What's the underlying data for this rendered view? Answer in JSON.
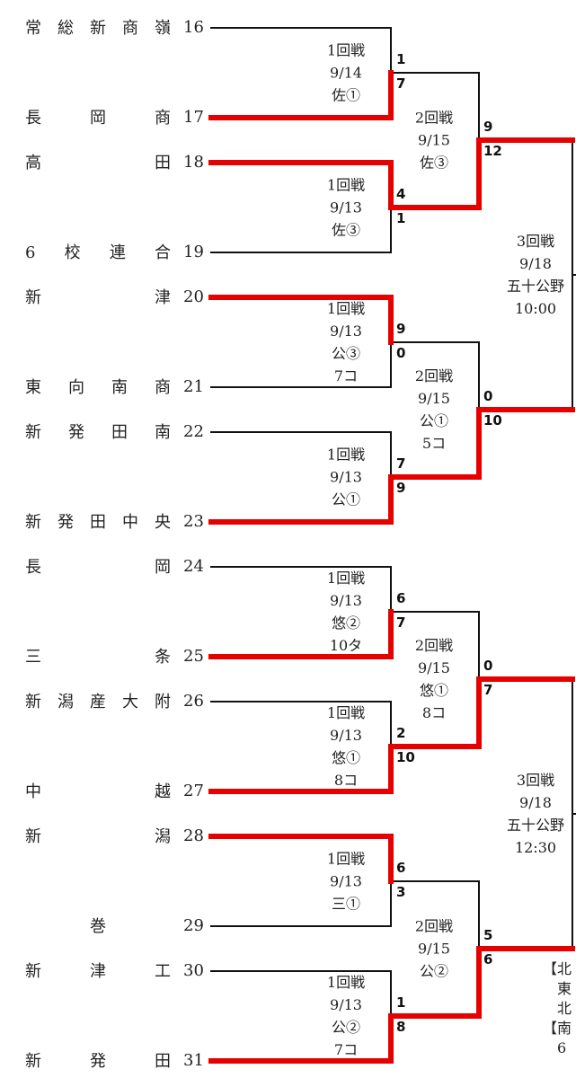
{
  "colors": {
    "win": "#e60000",
    "line": "#111111"
  },
  "teams": [
    {
      "seed": "16",
      "name": "常総新商嶺"
    },
    {
      "seed": "17",
      "name": "長岡商"
    },
    {
      "seed": "18",
      "name": "高田"
    },
    {
      "seed": "19",
      "name": "6校連合"
    },
    {
      "seed": "20",
      "name": "新津"
    },
    {
      "seed": "21",
      "name": "東向南商"
    },
    {
      "seed": "22",
      "name": "新発田南"
    },
    {
      "seed": "23",
      "name": "新発田中央"
    },
    {
      "seed": "24",
      "name": "長岡"
    },
    {
      "seed": "25",
      "name": "三条"
    },
    {
      "seed": "26",
      "name": "新潟産大附"
    },
    {
      "seed": "27",
      "name": "中越"
    },
    {
      "seed": "28",
      "name": "新潟"
    },
    {
      "seed": "29",
      "name": "巻"
    },
    {
      "seed": "30",
      "name": "新津工"
    },
    {
      "seed": "31",
      "name": "新発田"
    }
  ],
  "round1": [
    {
      "scores": [
        "1",
        "7"
      ],
      "winner": 1,
      "info": [
        "1回戦",
        "9/14",
        "佐①"
      ]
    },
    {
      "scores": [
        "4",
        "1"
      ],
      "winner": 0,
      "info": [
        "1回戦",
        "9/13",
        "佐③"
      ]
    },
    {
      "scores": [
        "9",
        "0"
      ],
      "winner": 0,
      "info": [
        "1回戦",
        "9/13",
        "公③",
        "7コ"
      ]
    },
    {
      "scores": [
        "7",
        "9"
      ],
      "winner": 1,
      "info": [
        "1回戦",
        "9/13",
        "公①"
      ]
    },
    {
      "scores": [
        "6",
        "7"
      ],
      "winner": 1,
      "info": [
        "1回戦",
        "9/13",
        "悠②",
        "10タ"
      ]
    },
    {
      "scores": [
        "2",
        "10"
      ],
      "winner": 1,
      "info": [
        "1回戦",
        "9/13",
        "悠①",
        "8コ"
      ]
    },
    {
      "scores": [
        "6",
        "3"
      ],
      "winner": 0,
      "info": [
        "1回戦",
        "9/13",
        "三①"
      ]
    },
    {
      "scores": [
        "1",
        "8"
      ],
      "winner": 1,
      "info": [
        "1回戦",
        "9/13",
        "公②",
        "7コ"
      ]
    }
  ],
  "round2": [
    {
      "scores": [
        "9",
        "12"
      ],
      "winner": 1,
      "info": [
        "2回戦",
        "9/15",
        "佐③"
      ]
    },
    {
      "scores": [
        "0",
        "10"
      ],
      "winner": 1,
      "info": [
        "2回戦",
        "9/15",
        "公①",
        "5コ"
      ]
    },
    {
      "scores": [
        "0",
        "7"
      ],
      "winner": 1,
      "info": [
        "2回戦",
        "9/15",
        "悠①",
        "8コ"
      ]
    },
    {
      "scores": [
        "5",
        "6"
      ],
      "winner": 1,
      "info": [
        "2回戦",
        "9/15",
        "公②"
      ]
    }
  ],
  "round3": [
    {
      "info": [
        "3回戦",
        "9/18",
        "五十公野",
        "10:00"
      ]
    },
    {
      "info": [
        "3回戦",
        "9/18",
        "五十公野",
        "12:30"
      ]
    }
  ],
  "legend": [
    "【北",
    "東",
    "北",
    "【南",
    "6"
  ]
}
